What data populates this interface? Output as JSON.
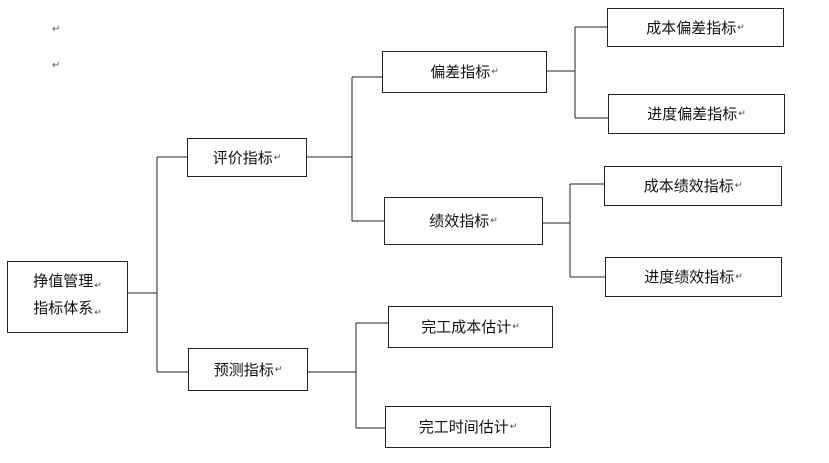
{
  "para_mark": "↵",
  "tree": {
    "root": {
      "line1": "挣值管理",
      "line2": "指标体系"
    },
    "evaluation": {
      "label": "评价指标",
      "deviation": {
        "label": "偏差指标",
        "cost": "成本偏差指标",
        "schedule": "进度偏差指标"
      },
      "performance": {
        "label": "绩效指标",
        "cost": "成本绩效指标",
        "schedule": "进度绩效指标"
      }
    },
    "forecast": {
      "label": "预测指标",
      "cost": "完工成本估计",
      "time": "完工时间估计"
    }
  }
}
